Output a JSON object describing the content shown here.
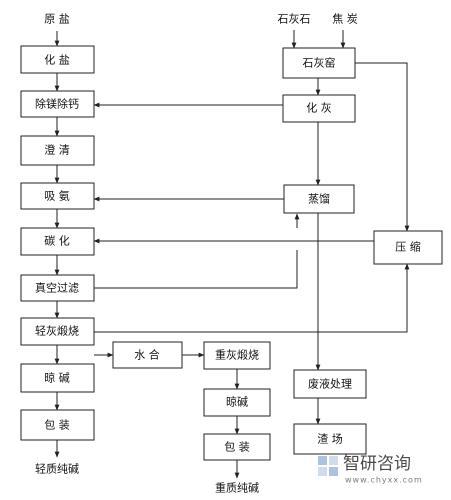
{
  "labels": {
    "raw_salt": "原  盐",
    "limestone": "石灰石",
    "coke": "焦  炭",
    "dissolve_salt": "化  盐",
    "remove_mg_ca": "除镁除钙",
    "clarify": "澄  清",
    "absorb_ammonia": "吸  氨",
    "carbonize": "碳  化",
    "vacuum_filter": "真空过滤",
    "light_calcine": "轻灰煅烧",
    "cool_light": "晾  碱",
    "pack_light": "包  装",
    "light_soda": "轻质纯碱",
    "lime_kiln": "石灰窑",
    "slake_lime": "化  灰",
    "distill": "蒸馏",
    "compress": "压  缩",
    "hydrate": "水  合",
    "heavy_calcine": "重灰煅烧",
    "cool_heavy": "晾碱",
    "pack_heavy": "包  装",
    "heavy_soda": "重质纯碱",
    "waste_treatment": "废液处理",
    "slag_yard": "渣  场"
  },
  "watermark": {
    "brand": "智研咨询",
    "url": "www.chyxx.com",
    "logo": "chyxx-logo-icon"
  }
}
